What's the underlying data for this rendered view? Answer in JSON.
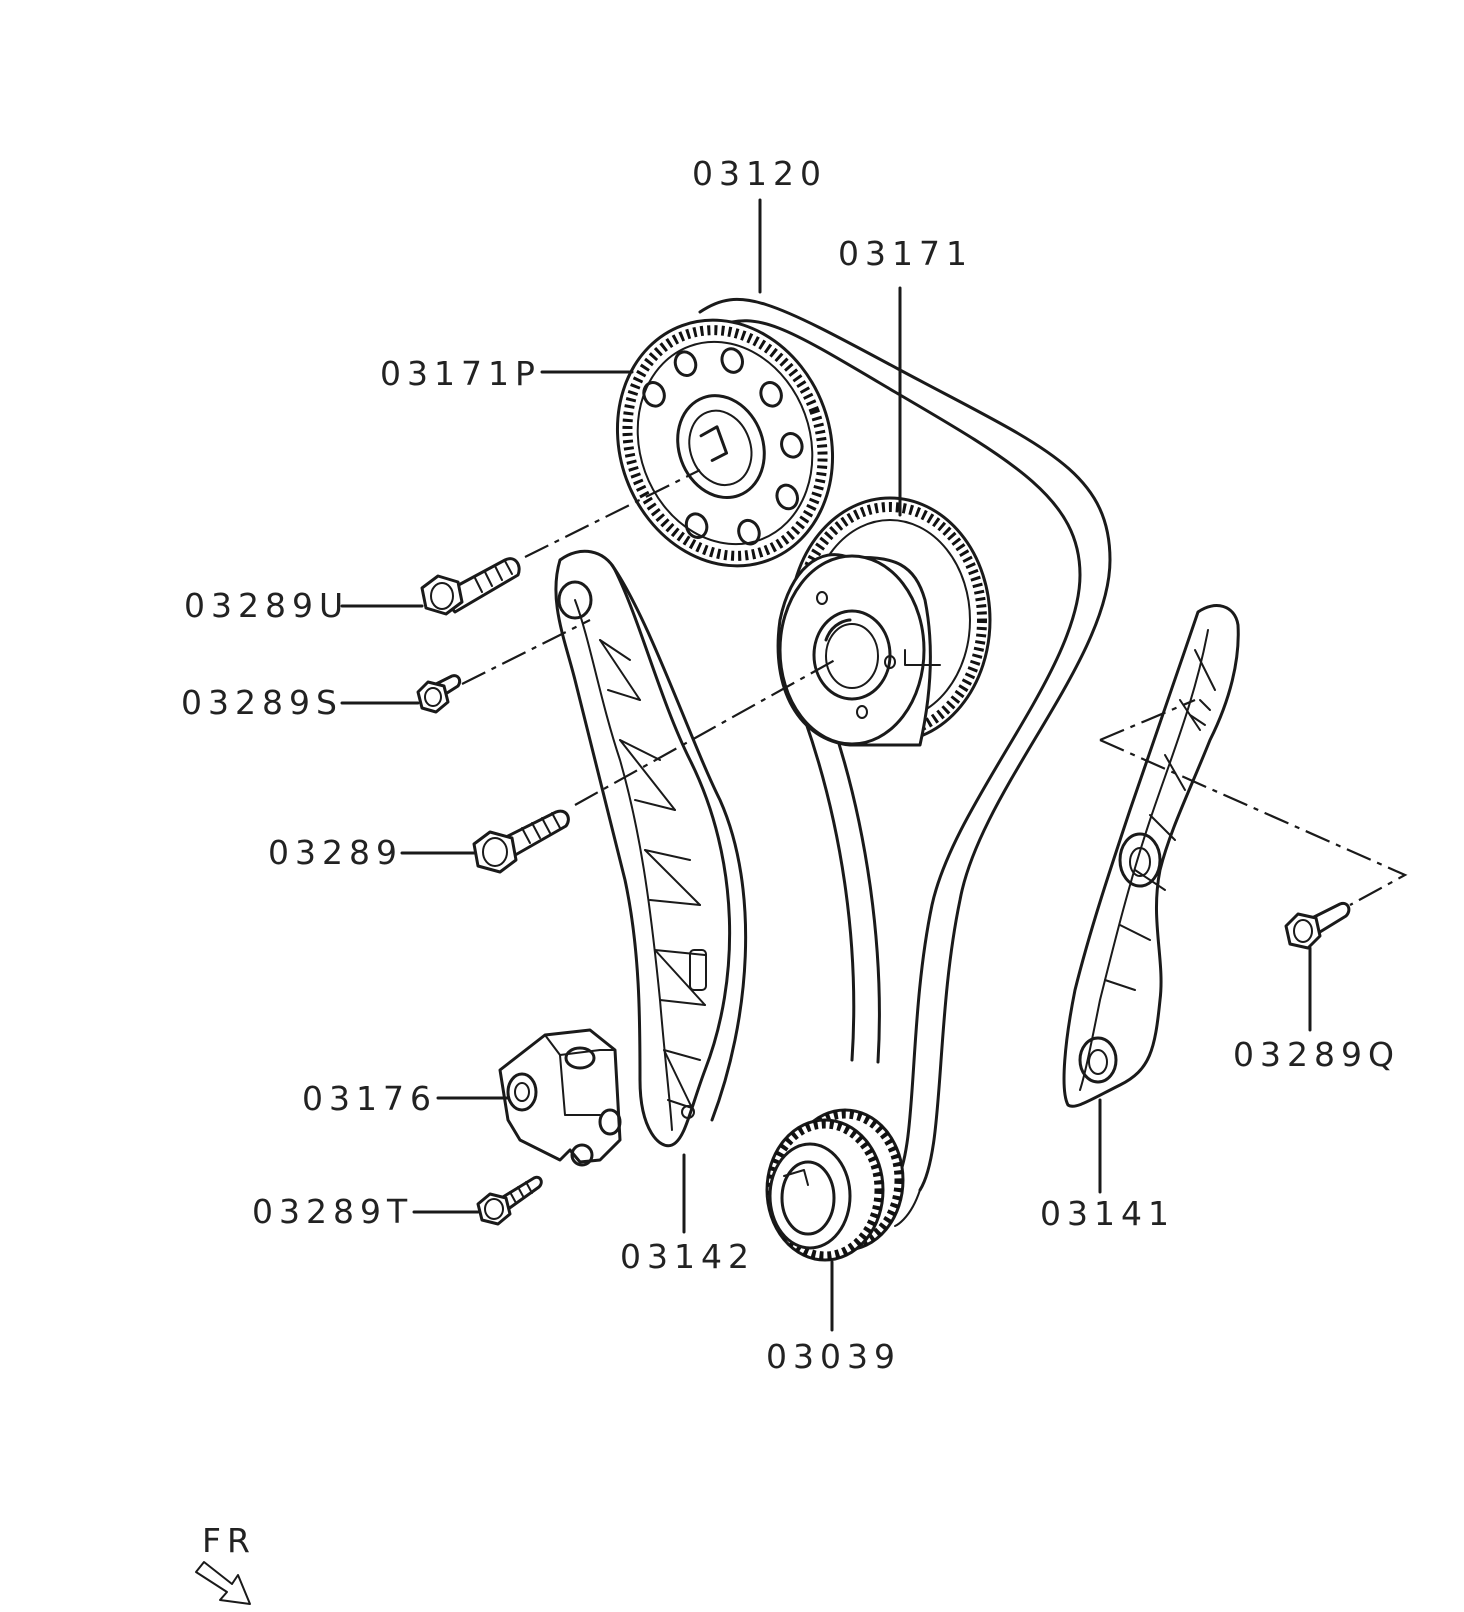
{
  "labels": {
    "chain": "03120",
    "exhaust_sprocket": "03171",
    "intake_sprocket": "03171P",
    "bolt_u": "03289U",
    "bolt_s": "03289S",
    "bolt": "03289",
    "tensioner": "03176",
    "bolt_t": "03289T",
    "tension_guide": "03142",
    "crank_sprocket": "03039",
    "chain_guide": "03141",
    "bolt_q": "03289Q"
  },
  "direction": {
    "text": "FR"
  },
  "colors": {
    "line": "#1a1a1a",
    "text": "#222222",
    "background": "#ffffff"
  }
}
